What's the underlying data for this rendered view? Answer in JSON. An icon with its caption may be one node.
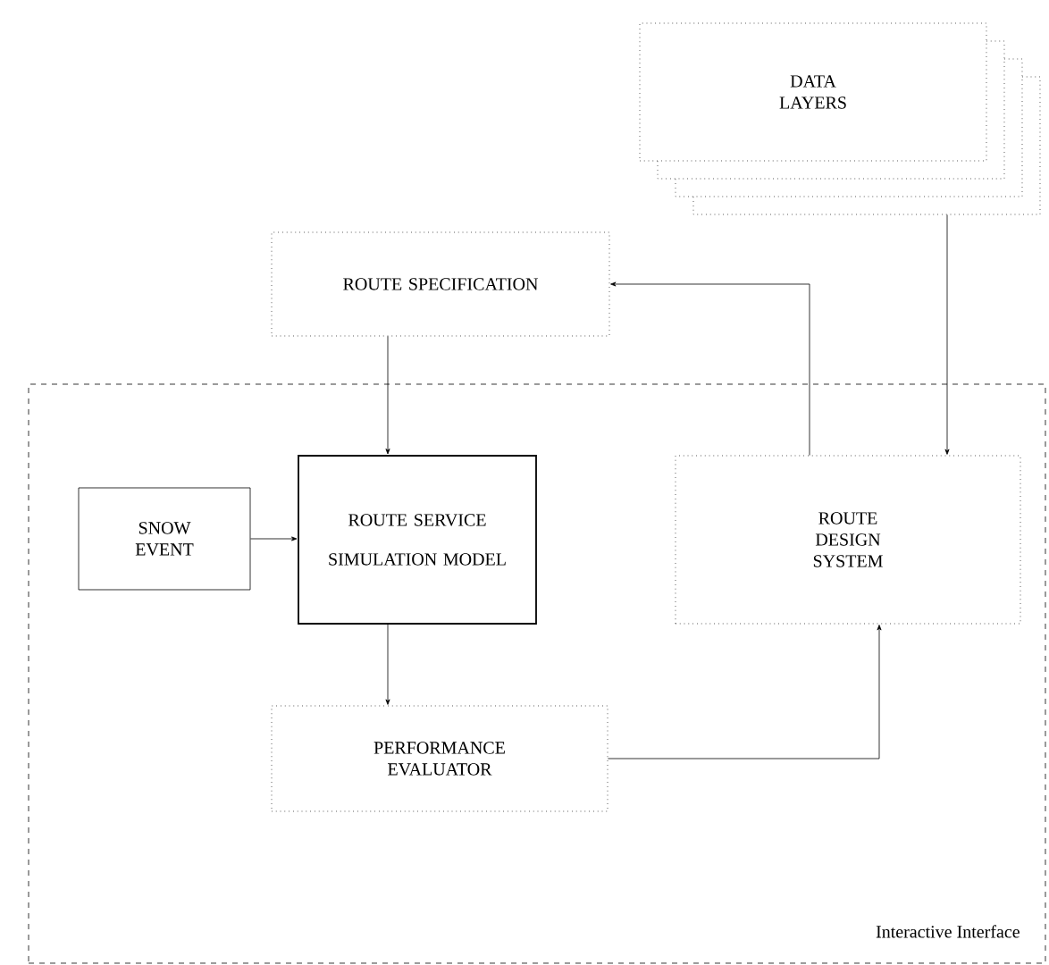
{
  "diagram": {
    "nodes": [
      {
        "text": [
          "DATA LAYERS"
        ]
      },
      {
        "text": [
          "ROUTE SPECIFICATION"
        ]
      },
      {
        "text": [
          "Interactive Interface"
        ]
      },
      {
        "text": [
          "SNOW EVENT"
        ],
        "in": 2
      },
      {
        "text": [
          "ROUTE SERVICE",
          "SIMULATION MODEL"
        ],
        "in": 2
      },
      {
        "text": [
          "ROUTE DESIGN SYSTEM"
        ],
        "in": 2
      },
      {
        "text": [
          "PERFORMANCE EVALUATOR"
        ],
        "in": 2
      }
    ],
    "edges": [
      {
        "from": 0,
        "to": 5,
        "arrow": "to"
      },
      {
        "from": 5,
        "to": 1,
        "arrow": "to"
      },
      {
        "from": 1,
        "to": 4,
        "arrow": "to"
      },
      {
        "from": 3,
        "to": 4,
        "arrow": "to"
      },
      {
        "from": 4,
        "to": 6,
        "arrow": "to"
      },
      {
        "from": 6,
        "to": 5,
        "arrow": "to"
      }
    ]
  }
}
